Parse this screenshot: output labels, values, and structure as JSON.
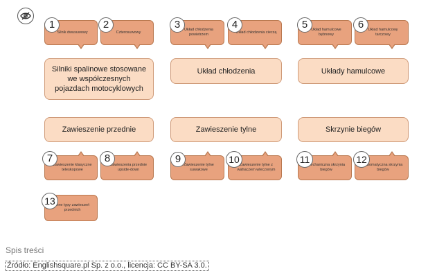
{
  "toggle": {
    "icon": "eye-off-icon"
  },
  "main_nodes": [
    {
      "id": "engines",
      "label": "Silniki spalinowe stosowane we współczesnych pojazdach motocyklowych"
    },
    {
      "id": "cooling",
      "label": "Układ chłodzenia"
    },
    {
      "id": "brakes",
      "label": "Układy hamulcowe"
    },
    {
      "id": "front_suspension",
      "label": "Zawieszenie przednie"
    },
    {
      "id": "rear_suspension",
      "label": "Zawieszenie tylne"
    },
    {
      "id": "gearboxes",
      "label": "Skrzynie biegów"
    }
  ],
  "sub_nodes": [
    {
      "number": "1",
      "label": "Silnik dwusuwowy"
    },
    {
      "number": "2",
      "label": "Czterosuwowy"
    },
    {
      "number": "3",
      "label": "Układ chłodzenia powietrzem"
    },
    {
      "number": "4",
      "label": "Układ chłodzenia cieczą"
    },
    {
      "number": "5",
      "label": "Układ hamulcowe bębnowy"
    },
    {
      "number": "6",
      "label": "Układ hamulcowy tarczowy"
    },
    {
      "number": "7",
      "label": "Zawieszenie klasyczne teleskopowe"
    },
    {
      "number": "8",
      "label": "Zawieszenia przednie upside-down"
    },
    {
      "number": "9",
      "label": "Zawieszenie tylne suwakowe"
    },
    {
      "number": "10",
      "label": "Zawieszenie tylne z wahaczem wleczonym"
    },
    {
      "number": "11",
      "label": "Mechaniczna skrzynia biegów"
    },
    {
      "number": "12",
      "label": "Automatyczna skrzynia biegów"
    },
    {
      "number": "13",
      "label": "Inne typy zawieszeń przednich"
    }
  ],
  "footer": {
    "title": "Spis treści",
    "source": "Źródło: Englishsquare.pl Sp. z o.o., licencja: CC BY-SA 3.0."
  }
}
